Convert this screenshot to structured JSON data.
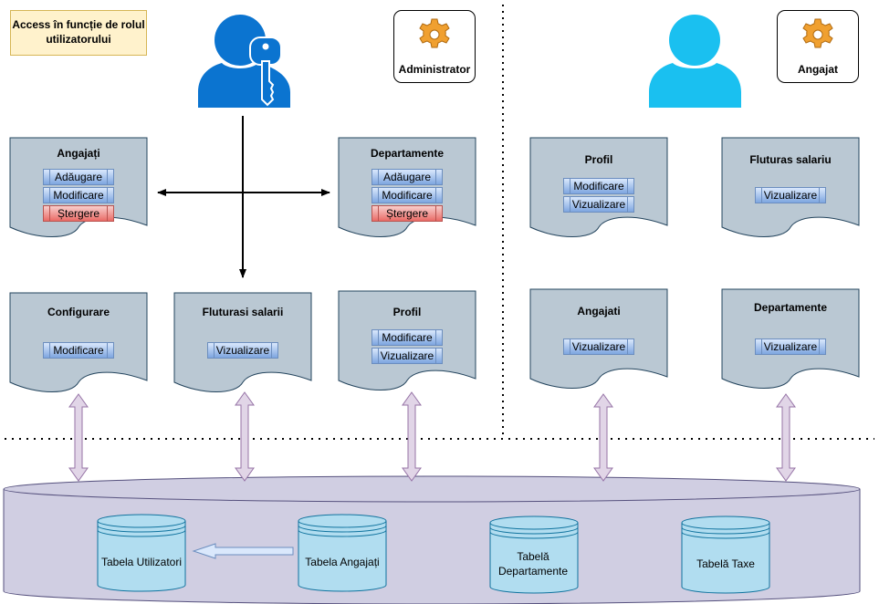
{
  "title": "Access în funcție de rolul utilizatorului",
  "roles": {
    "admin": "Administrator",
    "employee": "Angajat"
  },
  "icons": {
    "admin_user": "user-key-icon",
    "employee_user": "user-icon",
    "role_badge": "gear-icon"
  },
  "admin_modules": {
    "angajati": {
      "title": "Angajați",
      "actions": [
        "Adăugare",
        "Modificare",
        "Ștergere"
      ]
    },
    "departamente": {
      "title": "Departamente",
      "actions": [
        "Adăugare",
        "Modificare",
        "Ștergere"
      ]
    },
    "configurare": {
      "title": "Configurare",
      "actions": [
        "Modificare"
      ]
    },
    "fluturasi": {
      "title": "Fluturasi salarii",
      "actions": [
        "Vizualizare"
      ]
    },
    "profil": {
      "title": "Profil",
      "actions": [
        "Modificare",
        "Vizualizare"
      ]
    }
  },
  "employee_modules": {
    "profil": {
      "title": "Profil",
      "actions": [
        "Modificare",
        "Vizualizare"
      ]
    },
    "fluturas": {
      "title": "Fluturas salariu",
      "actions": [
        "Vizualizare"
      ]
    },
    "angajati": {
      "title": "Angajati",
      "actions": [
        "Vizualizare"
      ]
    },
    "departamente": {
      "title": "Departamente",
      "actions": [
        "Vizualizare"
      ]
    }
  },
  "database": {
    "tables": [
      "Tabela Utilizatori",
      "Tabela Angajați",
      "Tabelă Departamente",
      "Tabelă Taxe"
    ]
  },
  "colors": {
    "doc_fill": "#bac8d3",
    "doc_stroke": "#23445d",
    "db_fill": "#d0cee2",
    "db_stroke": "#56517e",
    "table_fill": "#b1ddf0",
    "table_stroke": "#10739e",
    "admin_icon": "#0b74d0",
    "employee_icon": "#1ac0f0",
    "gear": "#f0a030",
    "delete_button": "#f8cecc",
    "action_button": "#dae8fc",
    "db_arrow": "#e1d5e7"
  }
}
